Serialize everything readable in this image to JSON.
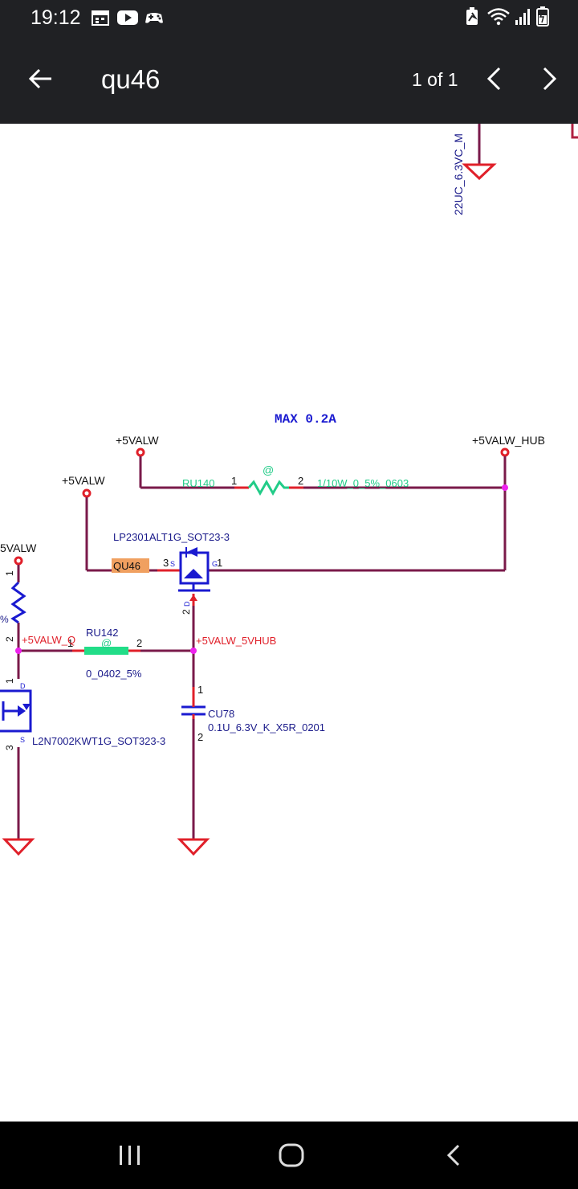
{
  "status_bar": {
    "time": "19:12",
    "left_icons": [
      "calendar-icon",
      "youtube-icon",
      "gamepad-icon"
    ],
    "right_icons": [
      "battery-saver-icon",
      "wifi-icon",
      "signal-icon",
      "battery-icon"
    ]
  },
  "app_bar": {
    "title": "qu46",
    "counter": "1 of 1"
  },
  "schematic": {
    "top_cap_label": "22UC_6.3VC_M",
    "max_current": "MAX 0.2A",
    "net_5valw_a": "+5VALW",
    "net_5valw_b": "+5VALW",
    "net_5valw_c": "5VALW",
    "net_hub": "+5VALW_HUB",
    "ru140": {
      "ref": "RU140",
      "pin1": "1",
      "pin2": "2",
      "mark": "@",
      "value": "1/10W_0_5%_0603"
    },
    "qu46": {
      "ref": "QU46",
      "part": "LP2301ALT1G_SOT23-3",
      "pin3": "3",
      "pin3s": "S",
      "pin1": "1",
      "pin1g": "G",
      "pin2": "2",
      "pin2d": "D"
    },
    "ru142": {
      "ref": "RU142",
      "pin1": "1",
      "pin2": "2",
      "mark": "@",
      "value": "0_0402_5%"
    },
    "net_left_5valw": "+5VALW_Q",
    "net_5vhub": "+5VALW_5VHUB",
    "cu78": {
      "ref": "CU78",
      "pin1": "1",
      "pin2": "2",
      "value": "0.1U_6.3V_K_X5R_0201"
    },
    "left_res": {
      "pin1": "1",
      "pin2": "2",
      "pct": "%"
    },
    "left_fet": {
      "pin1": "1",
      "pin3": "3",
      "d": "D",
      "s": "S",
      "part": "L2N7002KWT1G_SOT323-3"
    }
  }
}
